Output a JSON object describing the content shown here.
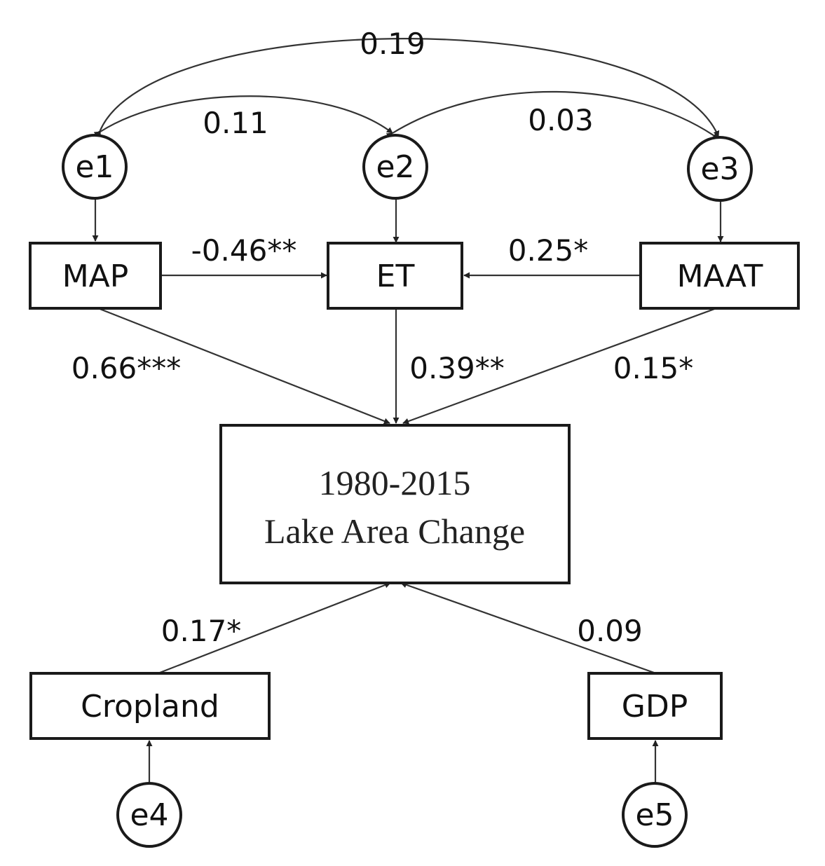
{
  "nodes": {
    "e1": "e1",
    "e2": "e2",
    "e3": "e3",
    "e4": "e4",
    "e5": "e5",
    "map": "MAP",
    "et": "ET",
    "maat": "MAAT",
    "lake_line1": "1980-2015",
    "lake_line2": "Lake Area Change",
    "cropland": "Cropland",
    "gdp": "GDP"
  },
  "paths": {
    "e1_e3": "0.19",
    "e1_e2": "0.11",
    "e2_e3": "0.03",
    "map_et": "-0.46**",
    "maat_et": "0.25*",
    "map_lake": "0.66***",
    "et_lake": "0.39**",
    "maat_lake": "0.15*",
    "cropland_lake": "0.17*",
    "gdp_lake": "0.09"
  },
  "colors": {
    "stroke": "#1a1a1a",
    "text": "#111111"
  }
}
